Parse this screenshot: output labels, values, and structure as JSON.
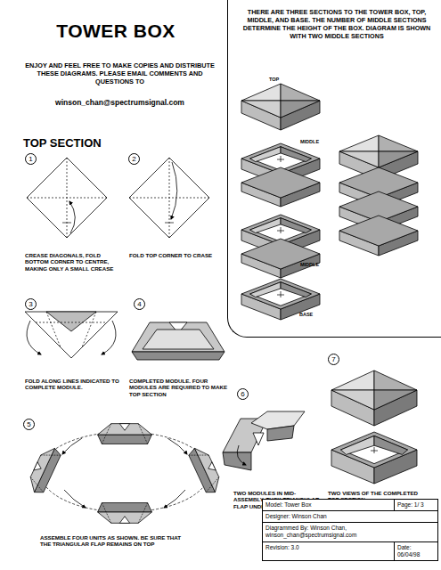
{
  "diagram": {
    "title": "TOWER BOX",
    "nodes": [
      {
        "text": [
          "THERE ARE THREE SECTIONS TO THE TOWER BOX, TOP, MIDDLE, AND BASE. THE NUMBER OF MIDDLE SECTIONS DETERMINE THE HEIGHT OF THE BOX. DIAGRAM IS SHOWN WITH TWO MIDDLE SECTIONS"
        ]
      },
      {
        "text": [
          "Model: Tower Box",
          "Page: 1/ 3",
          "Designer: Winson Chan",
          "Diagrammed By: Winson Chan, winson_chan@spectrumsignal.com",
          "Revision: 3.0",
          "Date: 06/04/98"
        ]
      }
    ],
    "labels": [
      "ENJOY AND FEEL FREE TO MAKE COPIES AND DISTRIBUTE THESE DIAGRAMS. PLEASE EMAIL COMMENTS AND QUESTIONS TO",
      "winson_chan@spectrumsignal.com",
      "TOP SECTION",
      "TOP",
      "MIDDLE",
      "MIDDLE",
      "BASE",
      "1",
      "2",
      "CREASE DIAGONALS, FOLD BOTTOM CORNER TO CENTRE, MAKING ONLY A SMALL CREASE",
      "FOLD TOP CORNER TO CRASE",
      "3",
      "4",
      "FOLD ALONG LINES INDICATED TO COMPLETE MODULE.",
      "COMPLETED MODULE. FOUR MODULES ARE REQUIRED TO MAKE TOP SECTION",
      "5",
      "ASSEMBLE FOUR UNITS AS SHOWN. BE SURE THAT THE TRIANGULAR FLAP REMAINS ON TOP",
      "6",
      "TWO MODULES IN MID-ASSEMBLY. TUCK TRIANGULAR FLAP UNDERNEATH",
      "7",
      "TWO VIEWS OF THE COMPLETED TOP SECTION"
    ]
  }
}
